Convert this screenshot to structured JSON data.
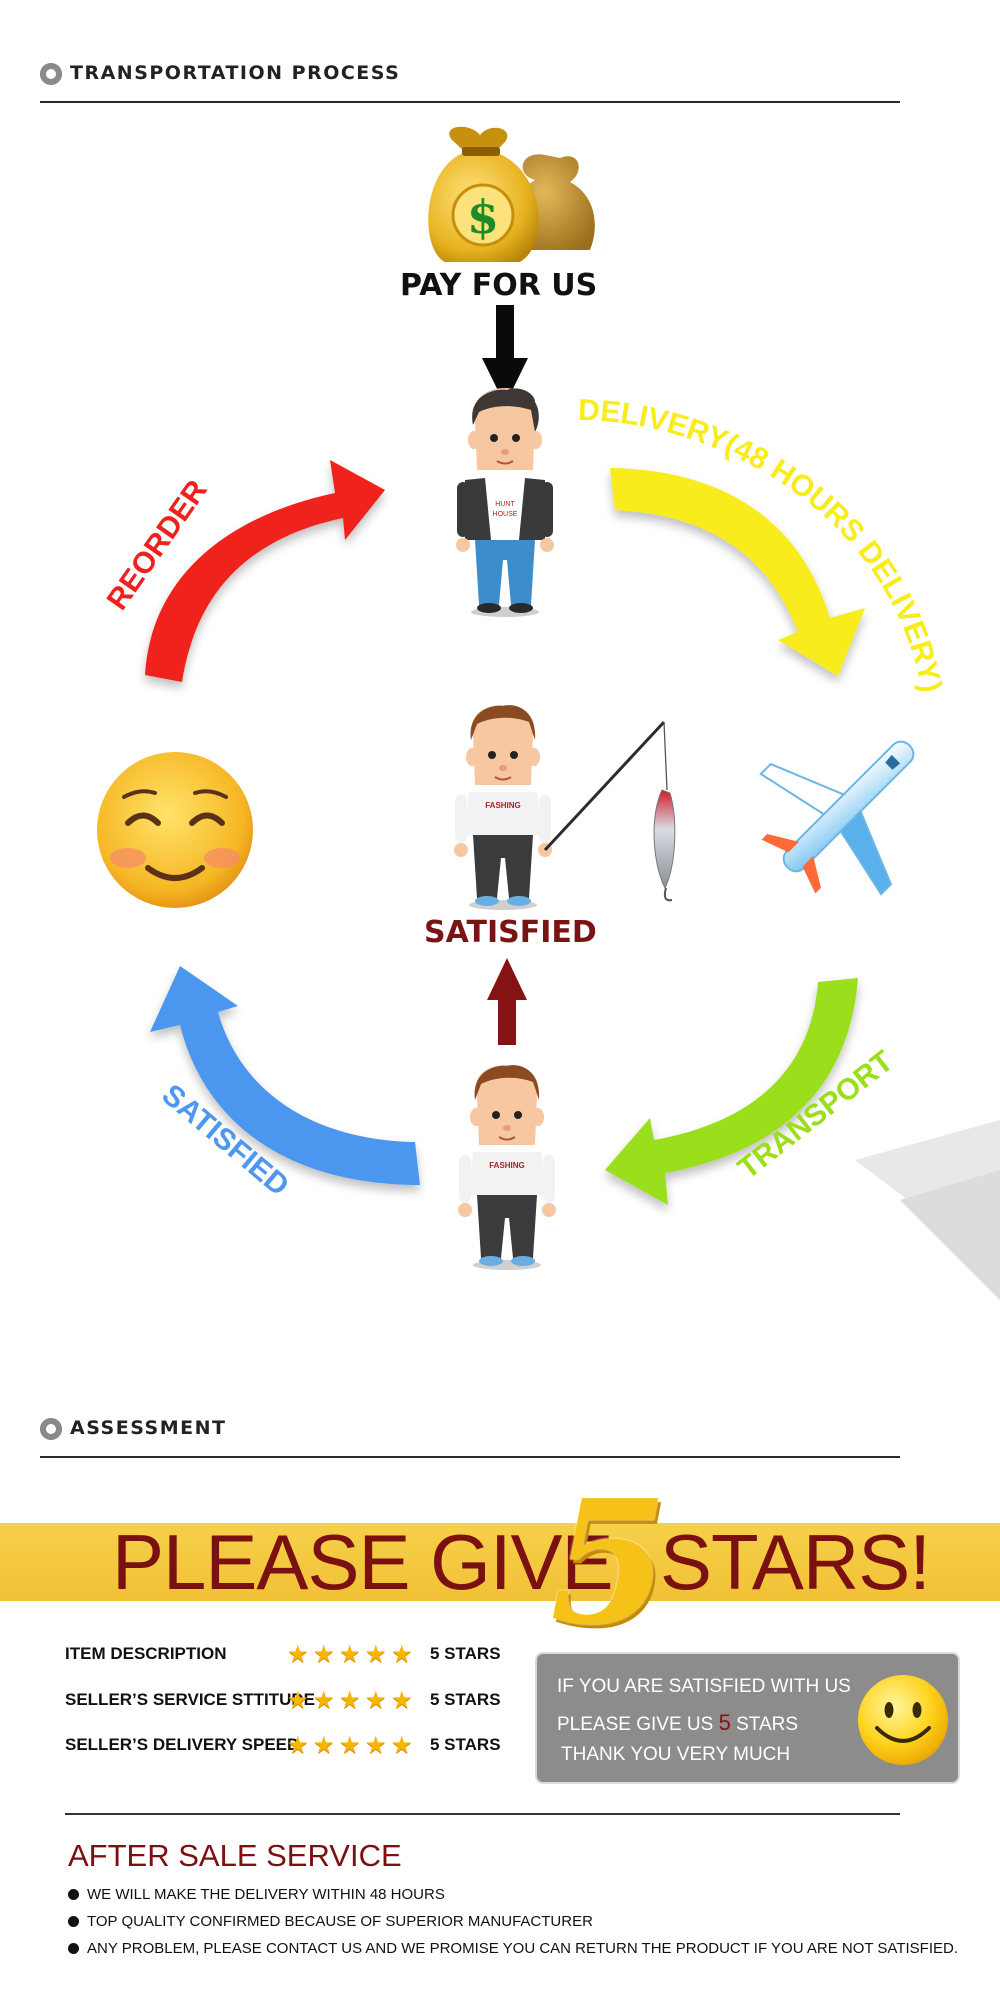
{
  "transport_section": {
    "heading": "TRANSPORTATION PROCESS",
    "pay_label": "PAY FOR US",
    "delivery_label": "DELIVERY(48 HOURS DELIVERY)",
    "reorder_label": "REORDER",
    "transport_label": "TRANSPORT",
    "satisfied_arc_label": "SATISFIED",
    "satisfied_center_label": "SATISFIED",
    "shirt_top": "HUNT HOUSE",
    "shirt_fashing_center": "FASHING",
    "shirt_fashing_bottom": "FASHING"
  },
  "assessment_section": {
    "heading": "ASSESSMENT",
    "banner_left": "PLEASE GIVE",
    "banner_number": "5",
    "banner_right": "STARS!",
    "ratings": [
      {
        "label": "ITEM DESCRIPTION",
        "stars": 5,
        "value": "5 STARS"
      },
      {
        "label": "SELLER’S SERVICE STTITUDE",
        "stars": 5,
        "value": "5 STARS"
      },
      {
        "label": "SELLER’S DELIVERY SPEED",
        "stars": 5,
        "value": "5 STARS"
      }
    ],
    "box_line1": "IF YOU ARE SATISFIED WITH US",
    "box_line2_pre": "PLEASE GIVE US",
    "box_line2_num": "5",
    "box_line2_post": "STARS",
    "box_line3": "THANK YOU VERY MUCH"
  },
  "after_sale": {
    "title": "AFTER SALE SERVICE",
    "items": [
      "WE WILL MAKE THE DELIVERY WITHIN 48 HOURS",
      "TOP QUALITY CONFIRMED BECAUSE OF SUPERIOR MANUFACTURER",
      "ANY PROBLEM, PLEASE CONTACT US AND WE PROMISE YOU CAN RETURN THE PRODUCT IF YOU ARE NOT SATISFIED."
    ]
  },
  "colors": {
    "reorder": "#f0201c",
    "delivery": "#f8ec1a",
    "transport": "#9bde1a",
    "satisfied_arc": "#4c97f0",
    "dark_red": "#7a1414",
    "banner": "#f3c63e"
  }
}
